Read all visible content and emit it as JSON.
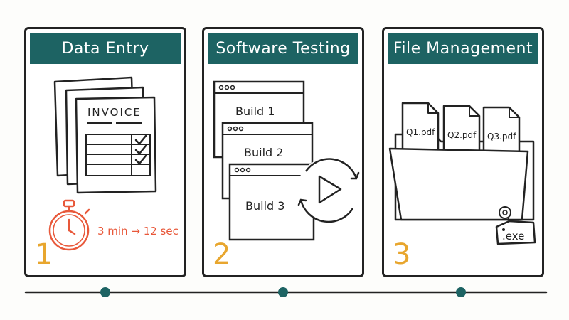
{
  "colors": {
    "header_bg": "#1d6363",
    "number": "#e8a62e",
    "stopwatch": "#e8583a",
    "timeline_dot": "#1d6363",
    "outline": "#222222"
  },
  "panels": [
    {
      "title": "Data Entry",
      "number": "1",
      "invoice_label": "INVOICE",
      "speed_text": "3 min → 12 sec",
      "icons": [
        "document-stack-icon",
        "checkmark-icon",
        "stopwatch-icon"
      ]
    },
    {
      "title": "Software Testing",
      "number": "2",
      "builds": [
        "Build 1",
        "Build 2",
        "Build 3"
      ],
      "icons": [
        "browser-window-icon",
        "play-cycle-icon"
      ]
    },
    {
      "title": "File Management",
      "number": "3",
      "files": [
        "Q1.pdf",
        "Q2.pdf",
        "Q3.pdf"
      ],
      "tag_label": ".exe",
      "icons": [
        "folder-icon",
        "file-icon",
        "tag-icon"
      ]
    }
  ]
}
